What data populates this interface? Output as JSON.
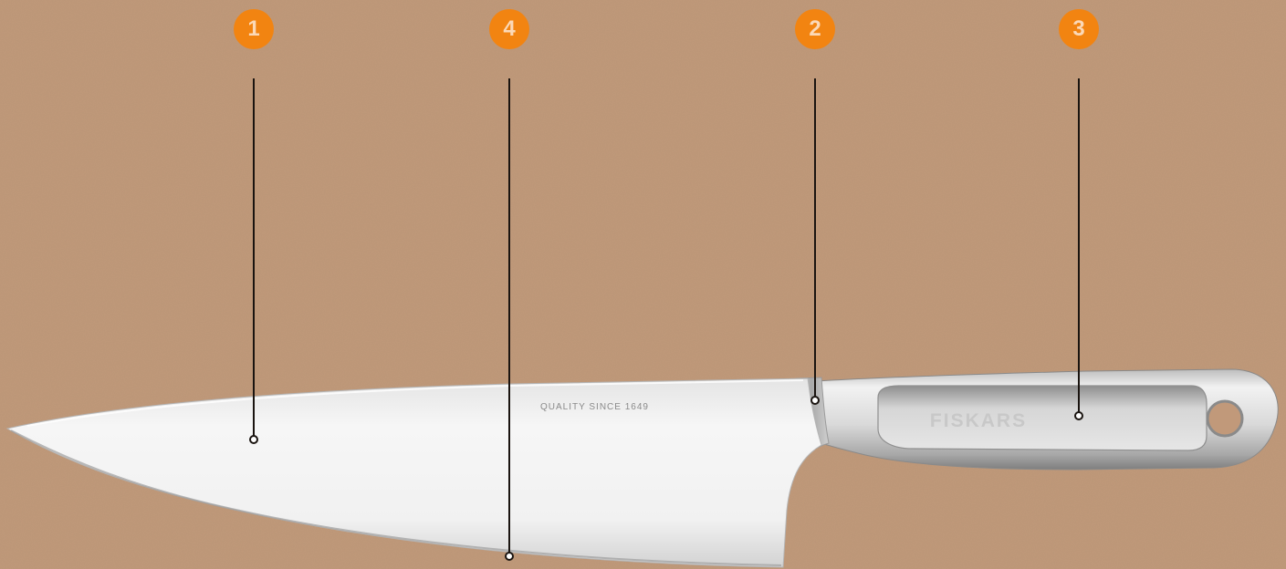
{
  "callouts": [
    {
      "number": "1",
      "part": "blade"
    },
    {
      "number": "4",
      "part": "cutting-edge"
    },
    {
      "number": "2",
      "part": "bolster"
    },
    {
      "number": "3",
      "part": "handle"
    }
  ],
  "colors": {
    "background": "#c1997a",
    "badge": "#f28411",
    "badge_text": "#fbd9b8",
    "line": "#1a1410",
    "steel_light": "#f4f4f4",
    "steel_dark": "#9c9c9c"
  },
  "knife": {
    "blade_marking": "QUALITY SINCE 1649",
    "handle_marking": "FISKARS"
  }
}
